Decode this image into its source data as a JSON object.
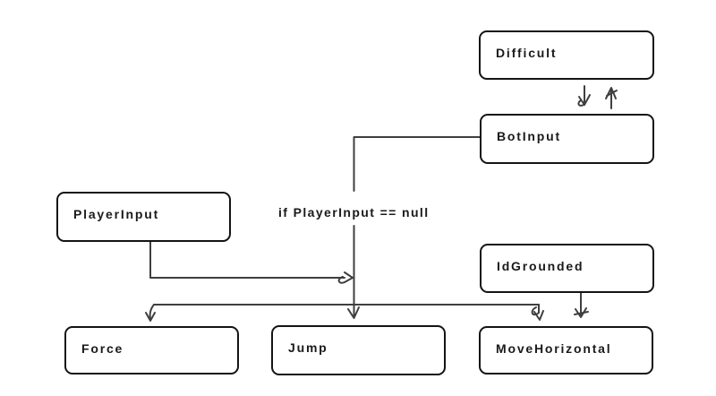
{
  "diagram": {
    "background_color": "#ffffff",
    "node_border_color": "#141414",
    "node_fill_color": "#ffffff",
    "connector_color": "#3f3f3f",
    "text_color": "#1a1a1a",
    "condition_label": "if PlayerInput == null",
    "nodes": [
      {
        "id": "difficult",
        "label": "Difficult"
      },
      {
        "id": "bot-input",
        "label": "BotInput"
      },
      {
        "id": "player-input",
        "label": "PlayerInput"
      },
      {
        "id": "id-grounded",
        "label": "IdGrounded"
      },
      {
        "id": "force",
        "label": "Force"
      },
      {
        "id": "jump",
        "label": "Jump"
      },
      {
        "id": "move-horizontal",
        "label": "MoveHorizontal"
      }
    ],
    "edges": [
      {
        "from": "Difficult",
        "to": "BotInput",
        "direction": "down"
      },
      {
        "from": "BotInput",
        "to": "Difficult",
        "direction": "up"
      },
      {
        "from": "BotInput",
        "to": "Jump",
        "direction": "down",
        "label": "if PlayerInput == null"
      },
      {
        "from": "PlayerInput",
        "to": "trunk-junction",
        "direction": "right"
      },
      {
        "from": "trunk-junction",
        "to": "Force",
        "direction": "down"
      },
      {
        "from": "trunk-junction",
        "to": "MoveHorizontal",
        "direction": "down"
      },
      {
        "from": "IdGrounded",
        "to": "MoveHorizontal",
        "direction": "down"
      }
    ]
  }
}
